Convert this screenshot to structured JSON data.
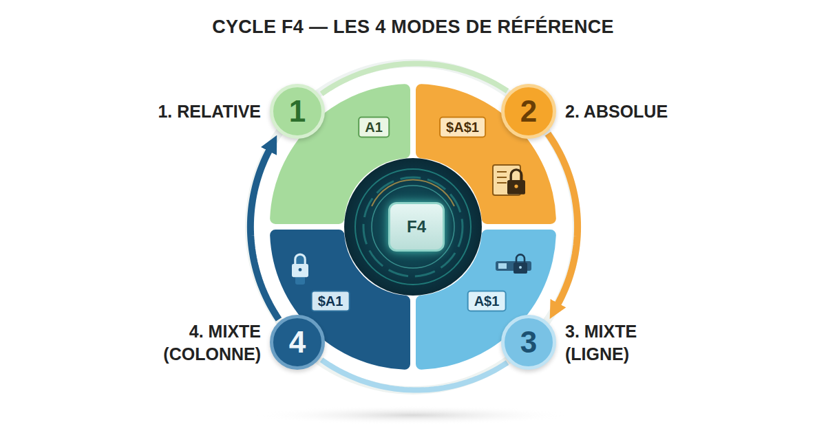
{
  "diagram": {
    "title": "CYCLE F4 — LES 4 MODES DE RÉFÉRENCE",
    "nodes": [
      {
        "text": [
          "1",
          "1. RELATIVE"
        ]
      },
      {
        "text": [
          "A1"
        ]
      },
      {
        "text": [
          "2",
          "2. ABSOLUE"
        ]
      },
      {
        "text": [
          "$A$1"
        ]
      },
      {
        "text": [
          "3",
          "3. MIXTE (LIGNE)"
        ]
      },
      {
        "text": [
          "A$1"
        ]
      },
      {
        "text": [
          "4",
          "4. MIXTE (COLONNE)"
        ]
      },
      {
        "text": [
          "$A1"
        ]
      },
      {
        "text": [
          "F4"
        ]
      }
    ],
    "edges": [
      {
        "from": 0,
        "to": 2,
        "arrow": "none"
      },
      {
        "from": 2,
        "to": 4,
        "arrow": "to"
      },
      {
        "from": 4,
        "to": 6,
        "arrow": "none"
      },
      {
        "from": 6,
        "to": 0,
        "arrow": "to"
      }
    ]
  }
}
